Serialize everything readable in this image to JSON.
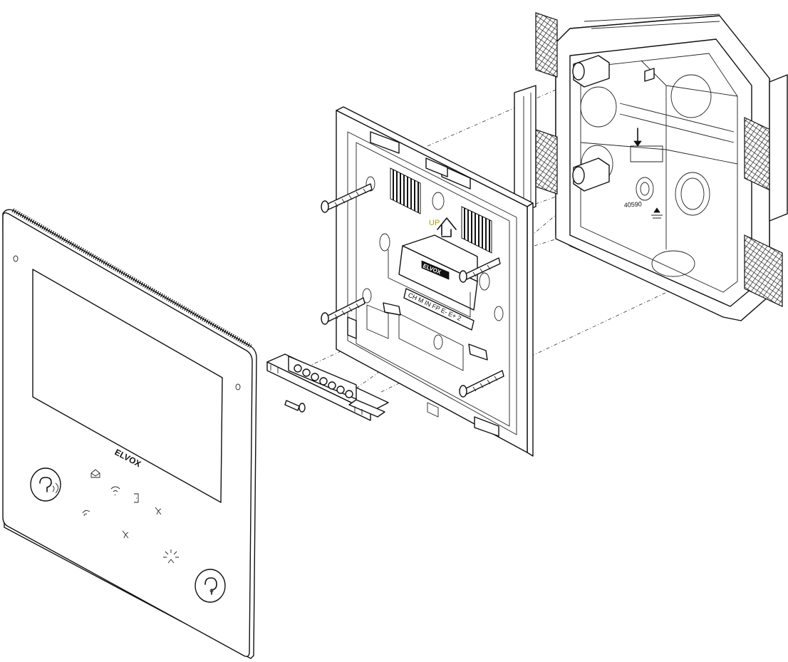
{
  "brand": "ELVOX",
  "backplate": {
    "up_label": "UP",
    "brand": "ELVOX",
    "terminal_labels": "CH M IN FP E- E+ 2"
  },
  "box": {
    "model_number": "40590"
  }
}
